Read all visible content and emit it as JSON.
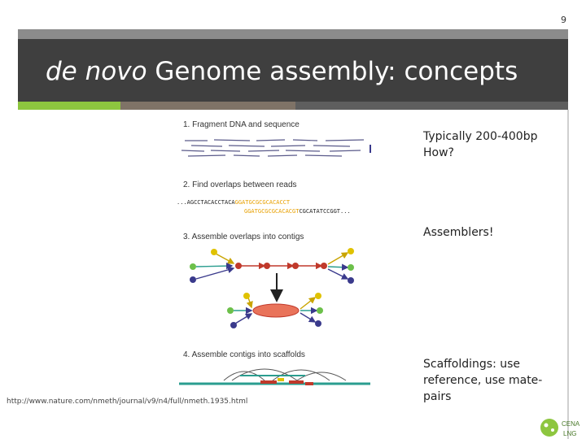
{
  "page_number": "9",
  "title": {
    "italic": "de novo",
    "rest": " Genome assembly: concepts"
  },
  "colors": {
    "title_bg": "#3f3f3f",
    "accent_green": "#8dc63f",
    "accent_brown": "#7f7367",
    "accent_gray": "#5e5e5e"
  },
  "figure": {
    "step1": "1. Fragment DNA and sequence",
    "step2": "2. Find overlaps between reads",
    "seq_line1_black": "...AGCCTACACCTACA",
    "seq_line1_orange": "GGATGCGCGCACACCT",
    "seq_line2_orange": "GGATGCGCGCACACGT",
    "seq_line2_black": "CGCATATCCGGT...",
    "step3": "3. Assemble overlaps into contigs",
    "step4": "4. Assemble contigs into scaffolds"
  },
  "notes": {
    "line1": "Typically 200-400bp",
    "line2": "How?",
    "line3": "Assemblers!",
    "line4a": "Scaffoldings: use",
    "line4b": "reference, use mate-",
    "line4c": "pairs"
  },
  "source_url": "http://www.nature.com/nmeth/journal/v9/n4/full/nmeth.1935.html",
  "logo": {
    "text1": "CENA",
    "text2": "LNG"
  }
}
